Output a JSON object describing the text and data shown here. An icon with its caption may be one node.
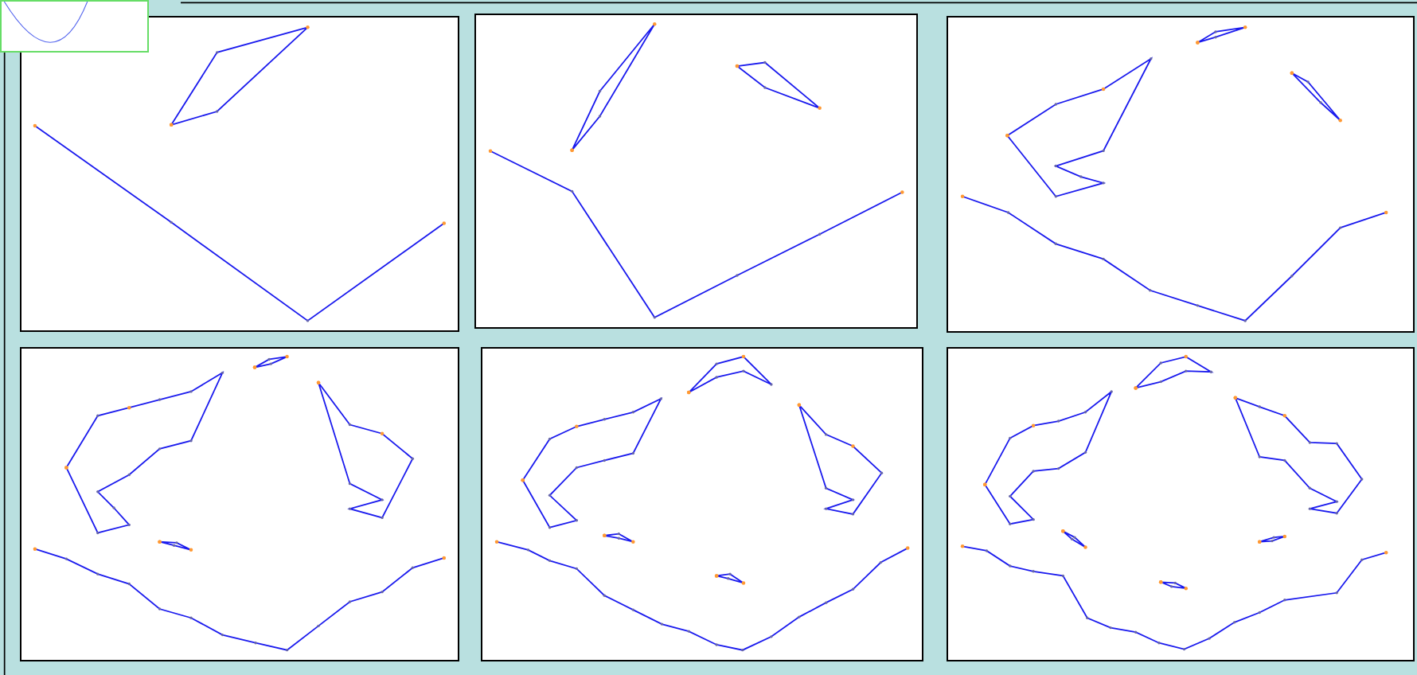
{
  "diagram": {
    "nodes": [
      {
        "text": [],
        "shape": "box"
      },
      {
        "text": [],
        "shape": "box"
      },
      {
        "text": [],
        "shape": "box"
      },
      {
        "text": [],
        "shape": "box"
      },
      {
        "text": [],
        "shape": "box"
      },
      {
        "text": [],
        "shape": "box"
      },
      {
        "text": [],
        "shape": "box"
      }
    ]
  }
}
